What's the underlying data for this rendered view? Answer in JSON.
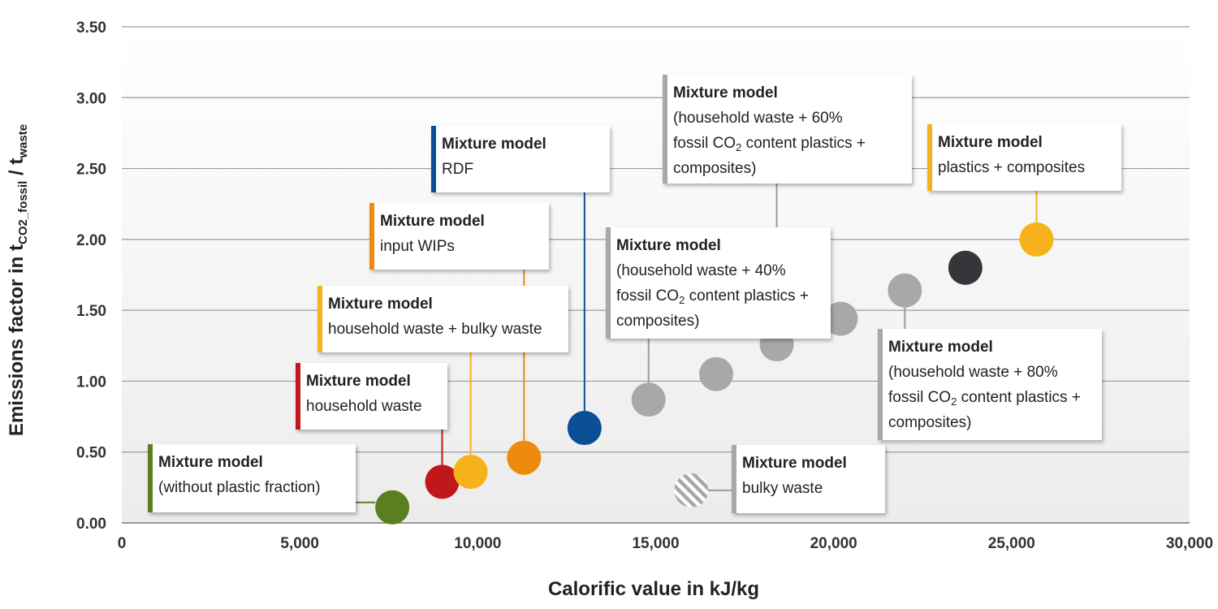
{
  "chart_data": {
    "type": "scatter",
    "xlabel": "Calorific value in kJ/kg",
    "ylabel": {
      "prefix": "Emissions factor in t",
      "sub1": "CO2_fossil",
      "mid": " / t",
      "sub2": "waste"
    },
    "xlim": [
      0,
      30000
    ],
    "ylim": [
      0,
      3.5
    ],
    "x_ticks": [
      "0",
      "5,000",
      "10,000",
      "15,000",
      "20,000",
      "25,000",
      "30,000"
    ],
    "y_ticks": [
      "0.00",
      "0.50",
      "1.00",
      "1.50",
      "2.00",
      "2.50",
      "3.00",
      "3.50"
    ],
    "grid": "horizontal",
    "points": [
      {
        "x": 7600,
        "y": 0.11,
        "color": "#5a7f1f",
        "pattern": "solid"
      },
      {
        "x": 9000,
        "y": 0.29,
        "color": "#c0181a",
        "pattern": "solid"
      },
      {
        "x": 9800,
        "y": 0.36,
        "color": "#f6b21b",
        "pattern": "solid"
      },
      {
        "x": 11300,
        "y": 0.46,
        "color": "#ef8a0f",
        "pattern": "solid"
      },
      {
        "x": 13000,
        "y": 0.67,
        "color": "#0a4f96",
        "pattern": "solid"
      },
      {
        "x": 14800,
        "y": 0.87,
        "color": "#a8a8a8",
        "pattern": "solid"
      },
      {
        "x": 16000,
        "y": 0.23,
        "color": "#b0b0b0",
        "pattern": "hatched"
      },
      {
        "x": 16700,
        "y": 1.05,
        "color": "#a8a8a8",
        "pattern": "solid"
      },
      {
        "x": 18400,
        "y": 1.26,
        "color": "#a8a8a8",
        "pattern": "solid"
      },
      {
        "x": 20200,
        "y": 1.44,
        "color": "#a8a8a8",
        "pattern": "solid"
      },
      {
        "x": 22000,
        "y": 1.64,
        "color": "#a8a8a8",
        "pattern": "solid"
      },
      {
        "x": 23700,
        "y": 1.8,
        "color": "#35363a",
        "pattern": "solid"
      },
      {
        "x": 25700,
        "y": 2.0,
        "color": "#f6b21b",
        "pattern": "solid"
      }
    ],
    "annotations": [
      {
        "title": "Mixture model",
        "lines": [
          [
            "(without plastic fraction)"
          ]
        ],
        "accent": "#5a7f1f",
        "point": 0
      },
      {
        "title": "Mixture model",
        "lines": [
          [
            "household waste"
          ]
        ],
        "accent": "#c0181a",
        "point": 1
      },
      {
        "title": "Mixture model",
        "lines": [
          [
            "household waste + bulky waste"
          ]
        ],
        "accent": "#f6b21b",
        "point": 2
      },
      {
        "title": "Mixture model",
        "lines": [
          [
            "input WIPs"
          ]
        ],
        "accent": "#ef8a0f",
        "point": 3
      },
      {
        "title": "Mixture model",
        "lines": [
          [
            "RDF"
          ]
        ],
        "accent": "#0a4f96",
        "point": 4
      },
      {
        "title": "Mixture model",
        "lines": [
          [
            "(household waste + 40%"
          ],
          [
            "fossil CO",
            "2",
            " content plastics +"
          ],
          [
            "composites)"
          ]
        ],
        "accent": "#a8a8a8",
        "point": 5
      },
      {
        "title": "Mixture model",
        "lines": [
          [
            "bulky waste"
          ]
        ],
        "accent": "#a8a8a8",
        "point": 6
      },
      {
        "title": "Mixture model",
        "lines": [
          [
            "(household waste + 60%"
          ],
          [
            "fossil CO",
            "2",
            " content plastics +"
          ],
          [
            "composites)"
          ]
        ],
        "accent": "#a8a8a8",
        "point": 8
      },
      {
        "title": "Mixture model",
        "lines": [
          [
            "(household waste + 80%"
          ],
          [
            "fossil CO",
            "2",
            " content plastics +"
          ],
          [
            "composites)"
          ]
        ],
        "accent": "#a8a8a8",
        "point": 10
      },
      {
        "title": "Mixture model",
        "lines": [
          [
            "plastics + composites"
          ]
        ],
        "accent": "#f6b21b",
        "point": 12
      }
    ]
  }
}
